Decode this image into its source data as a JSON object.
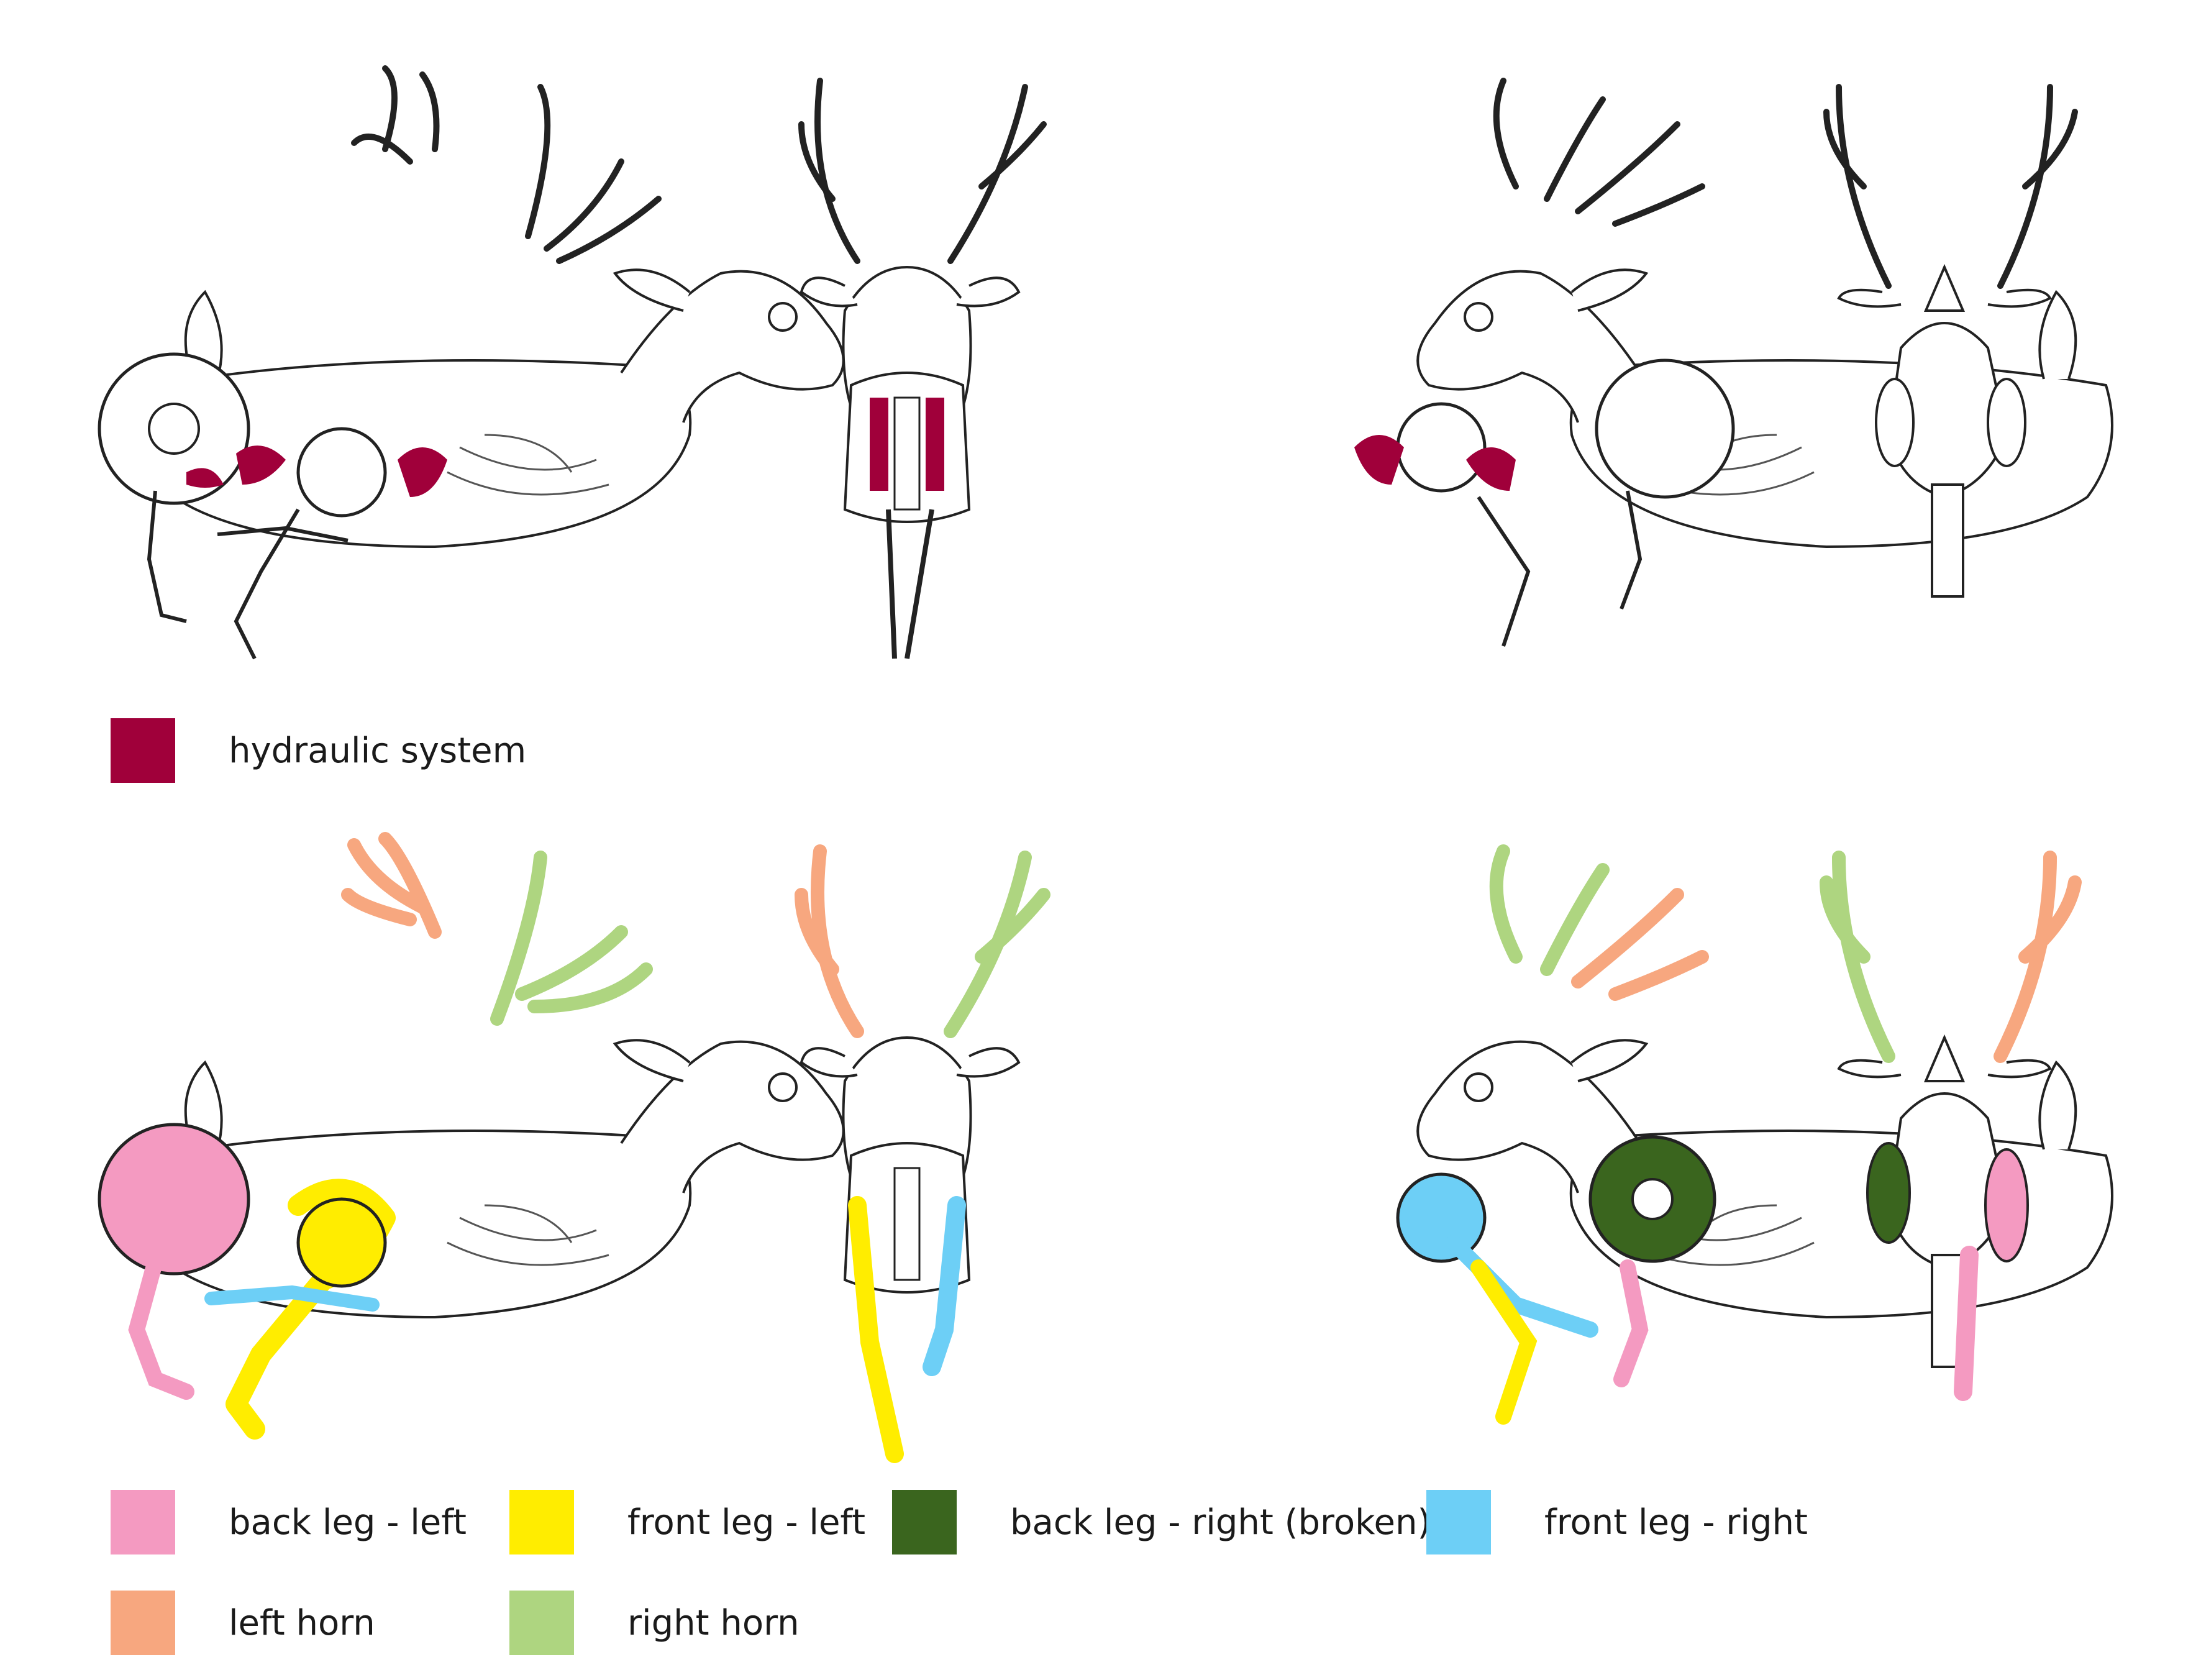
{
  "hydraulic_legend": {
    "label": "hydraulic system",
    "color": "#a0003a"
  },
  "parts_legend": [
    {
      "label": "back leg - left",
      "color": "#f49ac1"
    },
    {
      "label": "front leg - left",
      "color": "#ffed00"
    },
    {
      "label": "back leg - right (broken)",
      "color": "#3a651e"
    },
    {
      "label": "front leg - right",
      "color": "#6dcff6"
    },
    {
      "label": "left horn",
      "color": "#f7a77f"
    },
    {
      "label": "right horn",
      "color": "#aed580"
    }
  ],
  "views": [
    "side-right",
    "front",
    "side-left",
    "back"
  ]
}
